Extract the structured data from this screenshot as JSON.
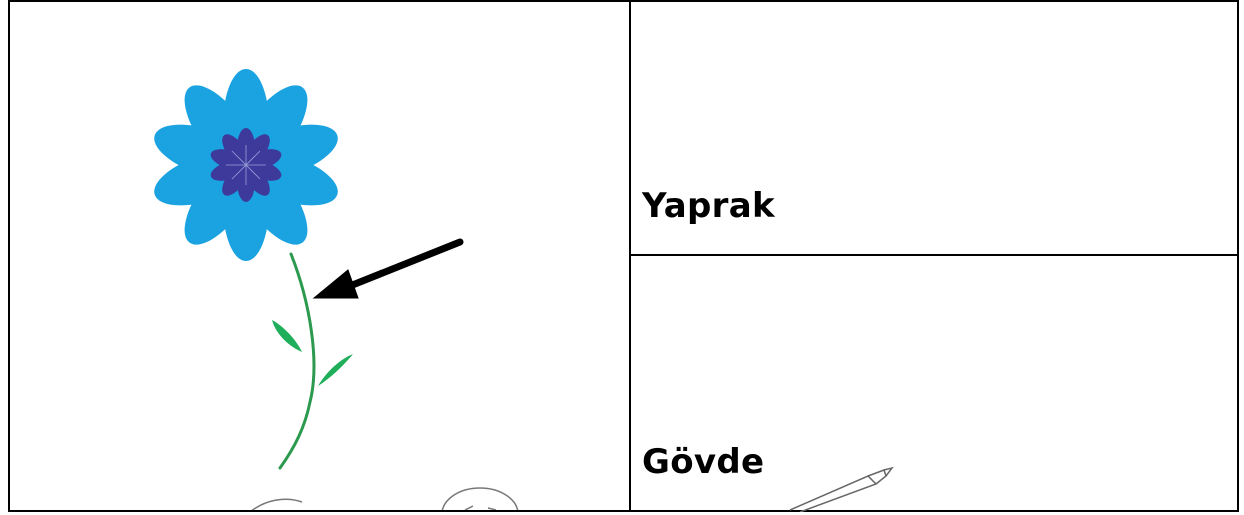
{
  "worksheet": {
    "question_label_top": "Yaprak",
    "question_label_bottom": "Gövde"
  },
  "illustration": {
    "subject": "flower-with-stem-and-leaves",
    "arrow_target": "stem",
    "colors": {
      "petals": "#1aa3e0",
      "center": "#3d3a9b",
      "stem": "#2c9a4e",
      "leaves": "#1fae5a",
      "arrow": "#000000"
    }
  }
}
